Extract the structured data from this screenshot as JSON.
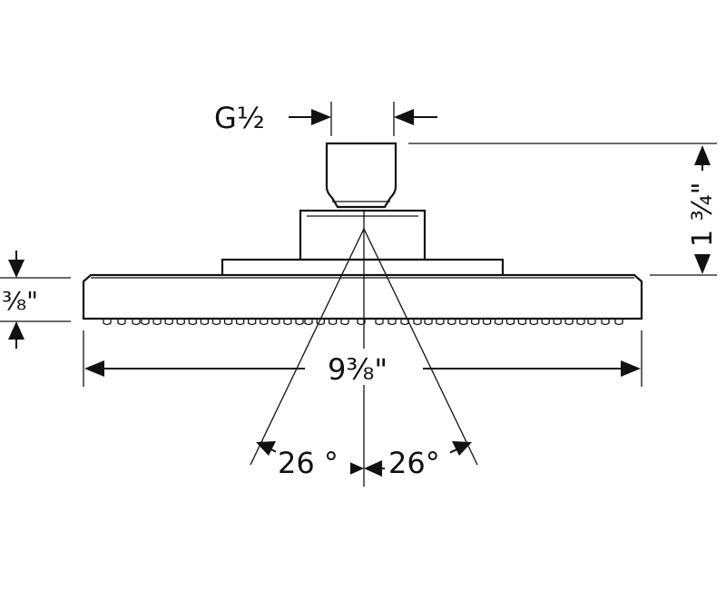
{
  "drawing": {
    "line_color": "#111111",
    "background": "#ffffff"
  },
  "dimensions": {
    "thread": "G½",
    "height": "1 ¾\"",
    "thickness": "⅜\"",
    "diameter": "9⅜\"",
    "angle_left": "26 °",
    "angle_right": "26°"
  }
}
